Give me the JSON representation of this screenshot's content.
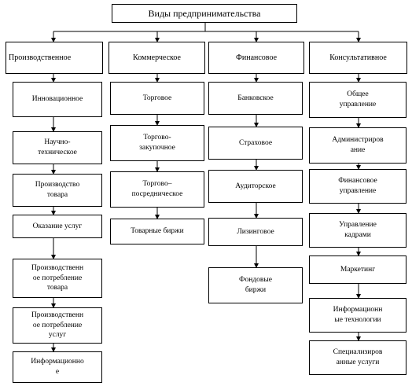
{
  "root": "Виды предпринимательства",
  "columns": [
    {
      "header": "Производственное",
      "items": [
        "Инновационное",
        "Научно-\nтехническое",
        "Производство\nтовара",
        "Оказание услуг",
        "Производственн\nое потребление\nтовара",
        "Производственн\nое потребление\nуслуг",
        "Информационно\nе"
      ]
    },
    {
      "header": "Коммерческое",
      "items": [
        "Торговое",
        "Торгово-\nзакупочное",
        "Торгово–\nпосредническое",
        "Товарные биржи"
      ]
    },
    {
      "header": "Финансовое",
      "items": [
        "Банковское",
        "Страховое",
        "Аудиторское",
        "Лизинговое",
        "Фондовые\nбиржи"
      ]
    },
    {
      "header": "Консультативное",
      "items": [
        "Общее\nуправление",
        "Администриров\nание",
        "Финансовое\nуправление",
        "Управление\nкадрами",
        "Маркетинг",
        "Информационн\nые технологии",
        "Специализиров\nанные услуги"
      ]
    }
  ]
}
